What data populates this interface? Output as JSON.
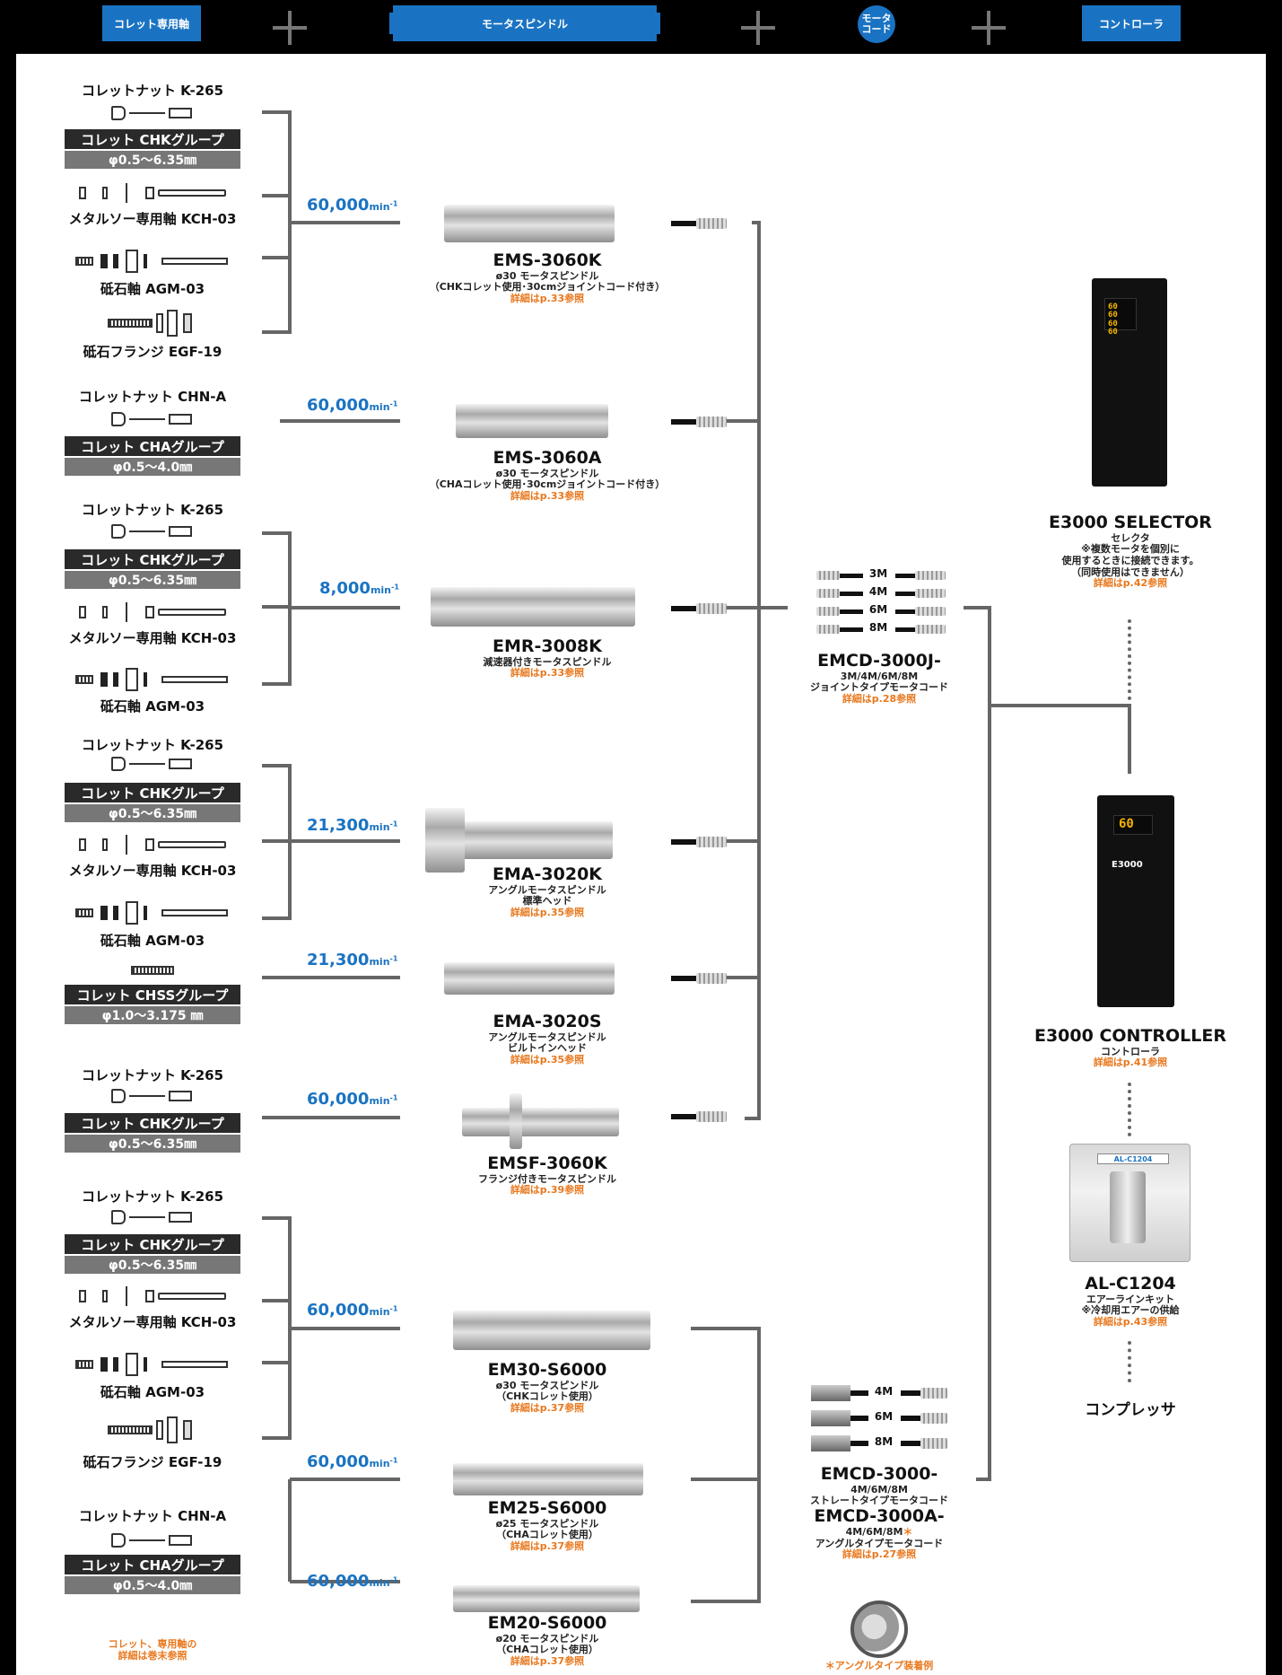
{
  "header": {
    "collet_shaft": "コレット専用軸",
    "motor_spindle": "モータスピンドル",
    "motor_cord": "モータ\nコード",
    "controller": "コントローラ"
  },
  "groups": [
    {
      "nut": "コレットナット K-265",
      "collet": "コレット CHKグループ",
      "dia": "φ0.5～6.35㎜",
      "kch": "メタルソー専用軸 KCH-03",
      "agm": "砥石軸 AGM-03",
      "egf": "砥石フランジ EGF-19"
    },
    {
      "nut": "コレットナット CHN-A",
      "collet": "コレット CHAグループ",
      "dia": "φ0.5～4.0㎜"
    },
    {
      "nut": "コレットナット K-265",
      "collet": "コレット CHKグループ",
      "dia": "φ0.5～6.35㎜",
      "kch": "メタルソー専用軸 KCH-03",
      "agm": "砥石軸 AGM-03"
    },
    {
      "nut": "コレットナット K-265",
      "collet": "コレット CHKグループ",
      "dia": "φ0.5～6.35㎜",
      "kch": "メタルソー専用軸 KCH-03",
      "agm": "砥石軸 AGM-03"
    },
    {
      "collet": "コレット CHSSグループ",
      "dia": "φ1.0～3.175 ㎜"
    },
    {
      "nut": "コレットナット K-265",
      "collet": "コレット CHKグループ",
      "dia": "φ0.5～6.35㎜"
    },
    {
      "nut": "コレットナット K-265",
      "collet": "コレット CHKグループ",
      "dia": "φ0.5～6.35㎜",
      "kch": "メタルソー専用軸 KCH-03",
      "agm": "砥石軸 AGM-03",
      "egf": "砥石フランジ EGF-19"
    },
    {
      "nut": "コレットナット CHN-A",
      "collet": "コレット CHAグループ",
      "dia": "φ0.5～4.0㎜"
    }
  ],
  "footnote": "コレット、専用軸の\n詳細は巻末参照",
  "speed_unit": "min-1",
  "motors": [
    {
      "speed": "60,000",
      "name": "EMS-3060K",
      "desc": "ø30 モータスピンドル\n（CHKコレット使用･30cmジョイントコード付き）",
      "ref": "詳細はp.33参照"
    },
    {
      "speed": "60,000",
      "name": "EMS-3060A",
      "desc": "ø30 モータスピンドル\n（CHAコレット使用･30cmジョイントコード付き）",
      "ref": "詳細はp.33参照"
    },
    {
      "speed": "8,000",
      "name": "EMR-3008K",
      "desc": "減速器付きモータスピンドル",
      "ref": "詳細はp.33参照"
    },
    {
      "speed": "21,300",
      "name": "EMA-3020K",
      "desc": "アングルモータスピンドル\n標準ヘッド",
      "ref": "詳細はp.35参照"
    },
    {
      "speed": "21,300",
      "name": "EMA-3020S",
      "desc": "アングルモータスピンドル\nビルトインヘッド",
      "ref": "詳細はp.35参照"
    },
    {
      "speed": "60,000",
      "name": "EMSF-3060K",
      "desc": "フランジ付きモータスピンドル",
      "ref": "詳細はp.39参照"
    },
    {
      "speed": "60,000",
      "name": "EM30-S6000",
      "desc": "ø30 モータスピンドル\n（CHKコレット使用）",
      "ref": "詳細はp.37参照"
    },
    {
      "speed": "60,000",
      "name": "EM25-S6000",
      "desc": "ø25 モータスピンドル\n（CHAコレット使用）",
      "ref": "詳細はp.37参照"
    },
    {
      "speed": "60,000",
      "name": "EM20-S6000",
      "desc": "ø20 モータスピンドル\n（CHAコレット使用）",
      "ref": "詳細はp.37参照"
    }
  ],
  "cords": {
    "joint": {
      "lengths": [
        "3M",
        "4M",
        "6M",
        "8M"
      ],
      "name": "EMCD-3000J-",
      "len": "3M/4M/6M/8M",
      "desc": "ジョイントタイプモータコード",
      "ref": "詳細はp.28参照"
    },
    "straight": {
      "lengths": [
        "4M",
        "6M",
        "8M"
      ],
      "name": "EMCD-3000-",
      "len": "4M/6M/8M",
      "desc": "ストレートタイプモータコード",
      "name2": "EMCD-3000A-",
      "len2": "4M/6M/8M",
      "asterisk": "＊",
      "desc2": "アングルタイプモータコード",
      "ref": "詳細はp.27参照",
      "example": "＊アングルタイプ装着例"
    }
  },
  "controllers": [
    {
      "name": "E3000 SELECTOR",
      "desc": "セレクタ\n※複数モータを個別に\n使用するときに接続できます。\n（同時使用はできません）",
      "ref": "詳細はp.42参照",
      "display": "60"
    },
    {
      "name": "E3000 CONTROLLER",
      "desc": "コントローラ",
      "ref": "詳細はp.41参照",
      "display": "60",
      "brand": "E3000"
    },
    {
      "name": "AL-C1204",
      "desc": "エアーラインキット\n※冷却用エアーの供給",
      "ref": "詳細はp.43参照",
      "label": "AL-C1204"
    },
    {
      "name": "コンプレッサ"
    }
  ],
  "colors": {
    "accent": "#1a73c2",
    "ref": "#e8781e",
    "line": "#666666"
  }
}
